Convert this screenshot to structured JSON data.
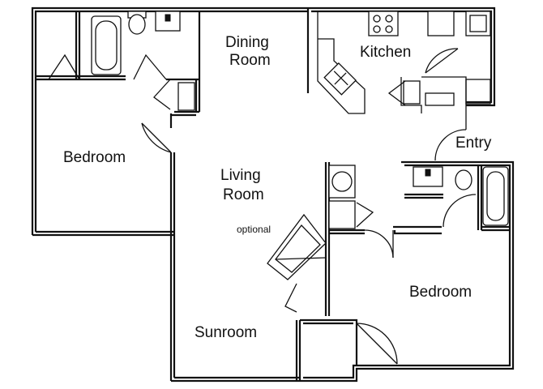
{
  "rooms": {
    "dining_line1": "Dining",
    "dining_line2": "Room",
    "kitchen": "Kitchen",
    "entry": "Entry",
    "bedroom_left": "Bedroom",
    "living_line1": "Living",
    "living_line2": "Room",
    "optional": "optional",
    "bedroom_right": "Bedroom",
    "sunroom": "Sunroom"
  }
}
